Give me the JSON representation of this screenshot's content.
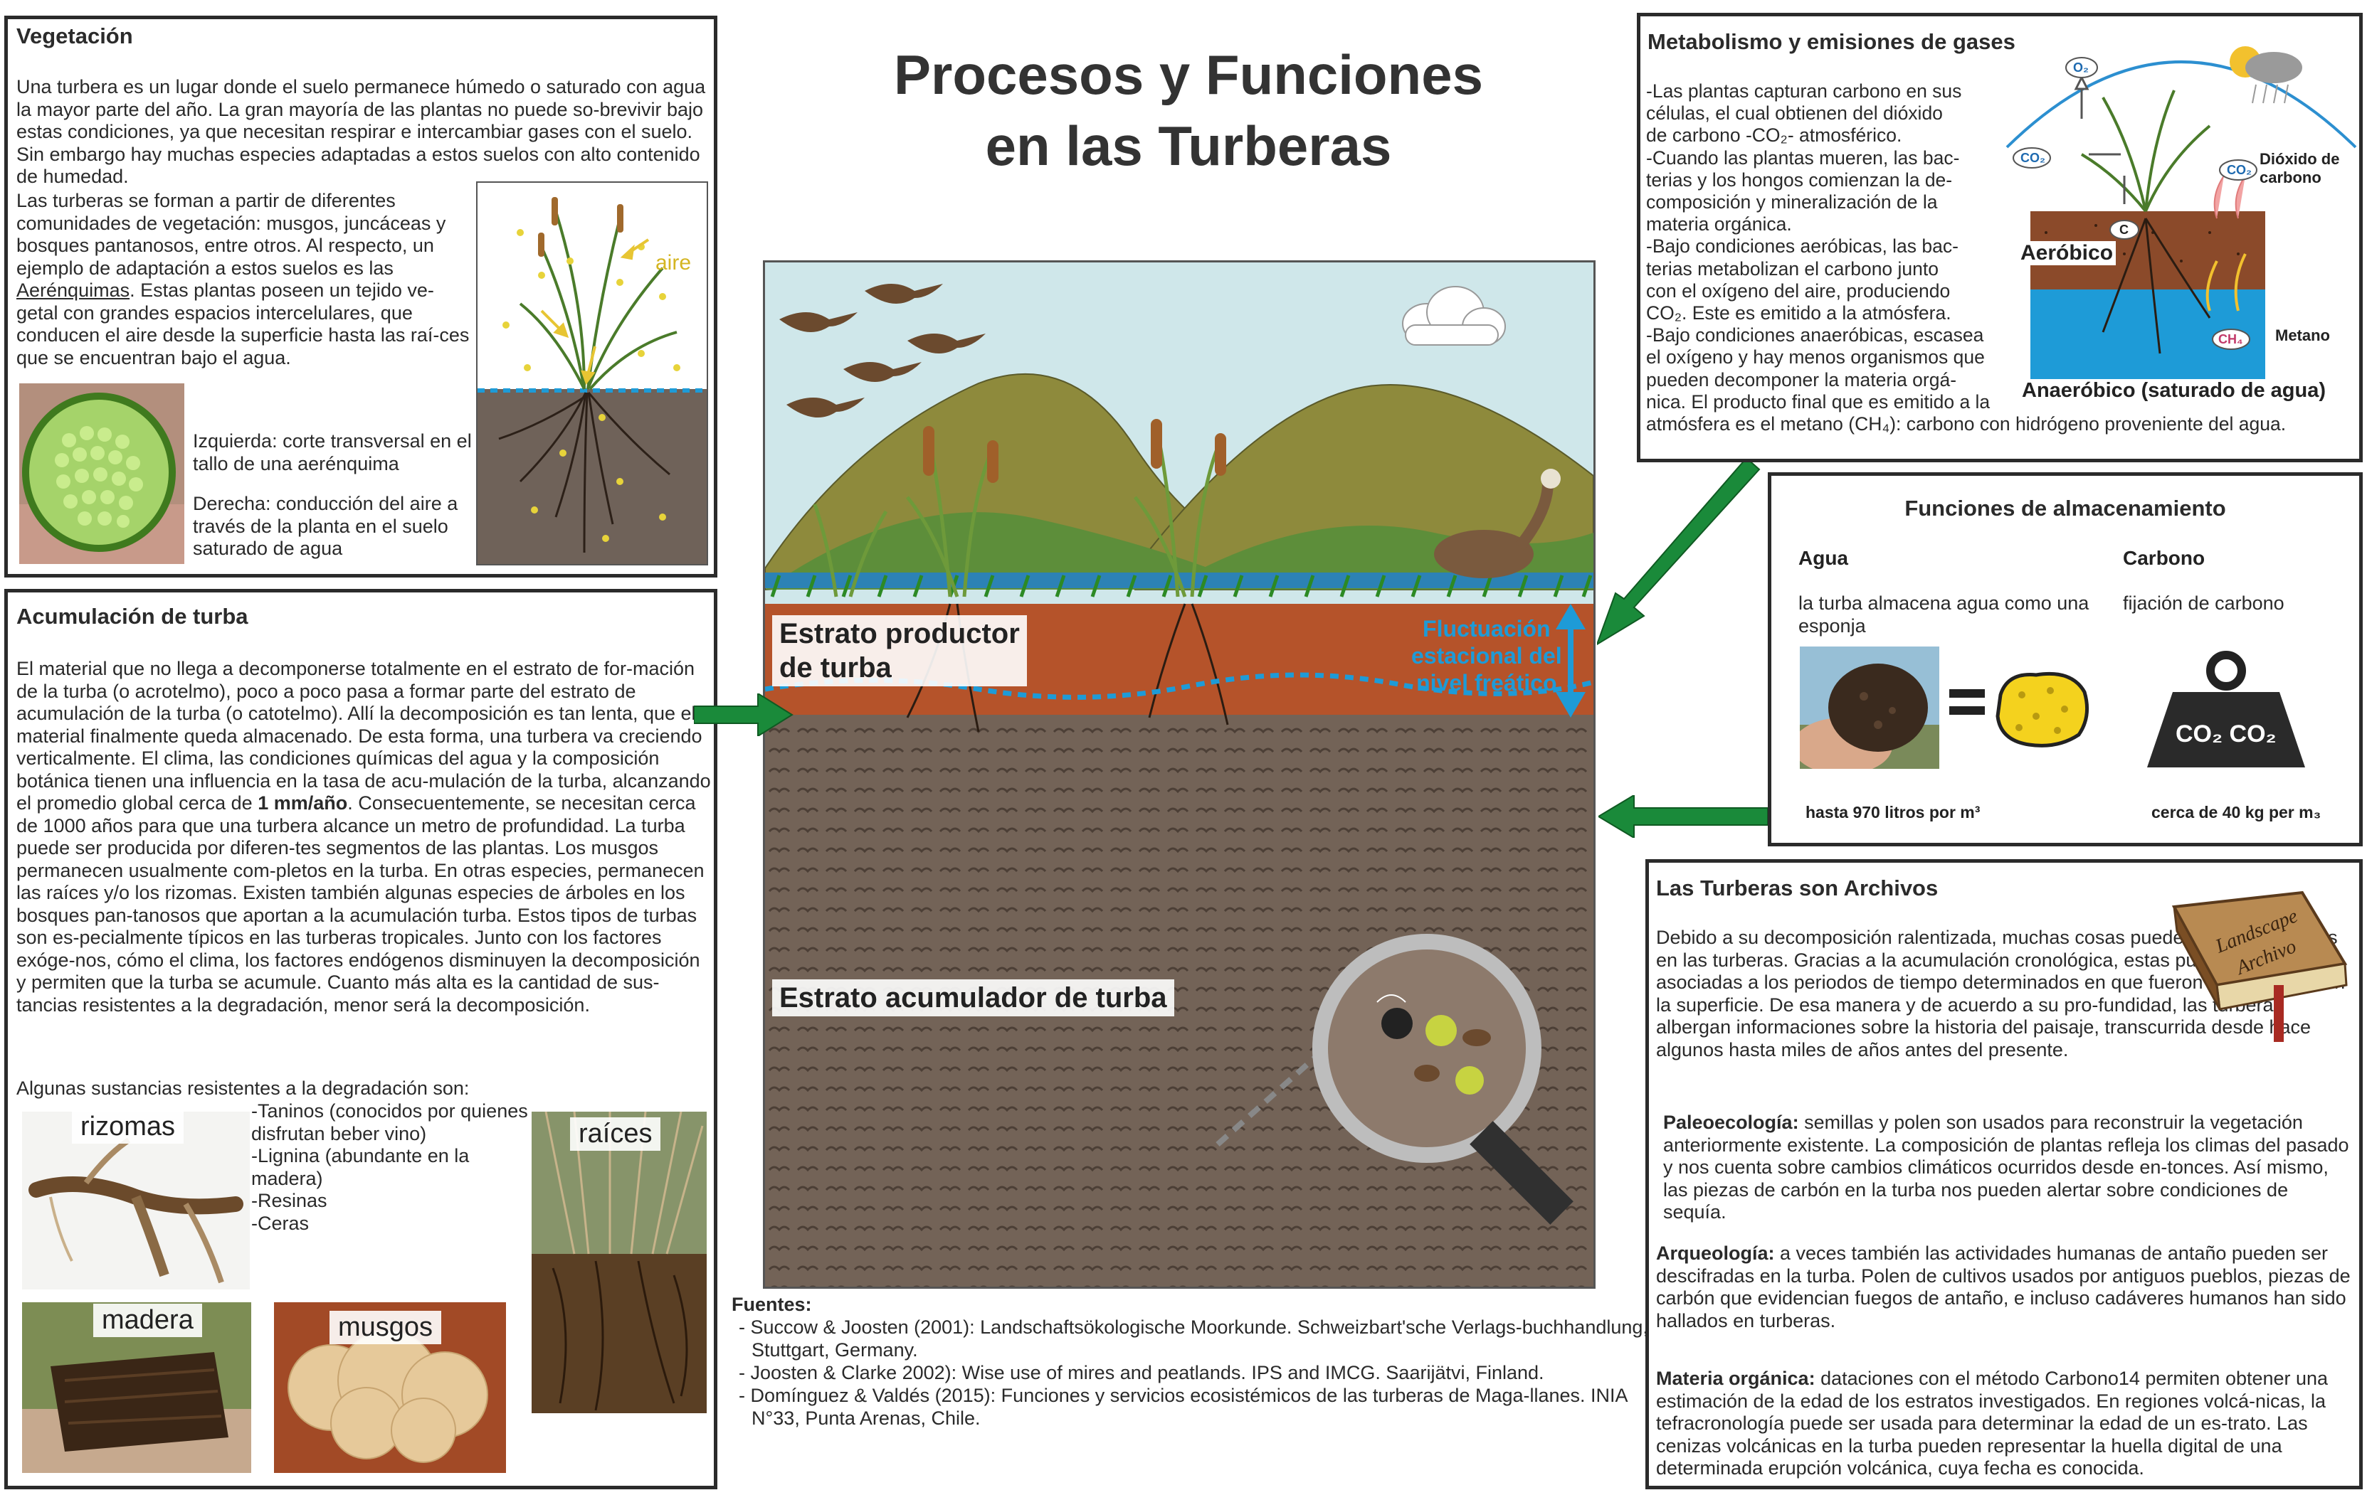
{
  "title": {
    "line1": "Procesos y Funciones",
    "line2": "en las Turberas"
  },
  "vegetacion": {
    "title": "Vegetación",
    "p1": "Una turbera es un lugar donde el suelo permanece húmedo o saturado con agua la mayor parte del año. La gran mayoría de las plantas no puede so-brevivir bajo estas condiciones, ya que necesitan respirar e intercambiar gases con el suelo. Sin embargo hay muchas especies adaptadas a estos suelos con alto contenido de humedad.",
    "p2a": "Las turberas se forman a partir de diferentes comunidades de vegetación: musgos, juncáceas y bosques pantanosos, entre otros. Al respecto, un ejemplo de adaptación a estos suelos es las ",
    "p2_link": "Aerénquimas",
    "p2b": ". Estas plantas poseen un tejido ve-getal con grandes espacios intercelulares, que conducen el aire desde la superficie hasta las raí-ces que se encuentran bajo el agua.",
    "caption_left": "Izquierda: corte transversal en el tallo de una aerénquima",
    "caption_right": "Derecha: conducción del aire a través de la planta en el suelo saturado de agua",
    "diagram_label": "aire"
  },
  "acumulacion": {
    "title": "Acumulación de turba",
    "p1a": "El material que no llega a decomponerse totalmente en el estrato de for-mación de la turba (o acrotelmo), poco a poco pasa a formar parte del estrato de acumulación de la turba (o catotelmo). Allí la decomposición es tan lenta, que el material finalmente queda almacenado. De esta forma, una turbera va creciendo verticalmente. El clima, las condiciones químicas del agua y la composición botánica tienen una influencia en la tasa de acu-mulación de la turba, alcanzando el promedio global cerca de ",
    "p1_bold": "1 mm/año",
    "p1b": ". Consecuentemente, se necesitan cerca de 1000 años para que una turbera alcance un metro de profundidad. La turba puede ser producida por diferen-tes segmentos de las plantas. Los musgos permanecen usualmente com-pletos en la turba. En otras especies, permanecen las raíces y/o los rizomas. Existen también algunas especies de árboles en los bosques pan-tanosos que aportan a la acumulación turba. Estos tipos de turbas son es-pecialmente típicos en las turberas tropicales. Junto con los factores exóge-nos, cómo el clima, los factores endógenos disminuyen la decomposición y permiten que la turba se acumule. Cuanto más alta es la cantidad de sus-tancias resistentes a la degradación, menor será la decomposición.",
    "p2": "Algunas sustancias resistentes a la degradación son:",
    "list": [
      "-Taninos (conocidos por quienes disfrutan beber vino)",
      "-Lignina (abundante en la madera)",
      "-Resinas",
      "-Ceras"
    ],
    "photo_labels": {
      "rizomas": "rizomas",
      "raices": "raíces",
      "madera": "madera",
      "musgos": "musgos"
    }
  },
  "center": {
    "upper_stratum": "Estrato productor de turba",
    "upper_stratum_l1": "Estrato productor",
    "upper_stratum_l2": "de turba",
    "water_table_l1": "Fluctuación",
    "water_table_l2": "estacional del",
    "water_table_l3": "nivel freático",
    "lower_stratum": "Estrato acumulador de turba"
  },
  "metabolismo": {
    "title": "Metabolismo y emisiones de gases",
    "text_lines": [
      "-Las plantas capturan carbono en sus",
      "células, el cual obtienen del dióxido",
      "de carbono -CO₂- atmosférico.",
      "-Cuando las plantas mueren, las bac-",
      "terias y los hongos comienzan la de-",
      "composición y mineralización de la",
      "materia orgánica.",
      "-Bajo condiciones aeróbicas, las bac-",
      "terias metabolizan el carbono junto",
      "con el oxígeno del aire, produciendo",
      "CO₂. Este es emitido a la atmósfera.",
      "-Bajo condiciones anaeróbicas, escasea",
      "el oxígeno y hay menos organismos que",
      "pueden decomponer la materia orgá-",
      "nica. El producto final que es emitido a la",
      "atmósfera es el metano (CH₄): carbono con hidrógeno proveniente del agua."
    ],
    "labels": {
      "o2": "O₂",
      "co2_left": "CO₂",
      "co2_right": "CO₂",
      "c": "C",
      "ch4": "CH₄",
      "dioxido": "Dióxido de carbono",
      "aerobico": "Aeróbico",
      "metano": "Metano",
      "anaerobico": "Anaeróbico (saturado de agua)"
    }
  },
  "almacenamiento": {
    "title": "Funciones de almacenamiento",
    "agua_title": "Agua",
    "agua_text": "la turba almacena agua como una esponja",
    "agua_value": "hasta 970 litros por m³",
    "carbono_title": "Carbono",
    "carbono_text": "fijación de carbono",
    "carbono_value": "cerca de 40 kg per m₃",
    "weight_label": "CO₂ CO₂"
  },
  "archivos": {
    "title": "Las Turberas son Archivos",
    "intro": "Debido a su decomposición ralentizada, muchas cosas pueden ser encontradas en las turberas. Gracias a la acumulación cronológica, estas pueden ser asociadas a los periodos de tiempo determinados en que fueron deposi-tadas en la superficie. De esa manera y de acuerdo a su pro-fundidad, las turberas albergan informaciones sobre la historia del paisaje, transcurrida desde hace algunos hasta miles de años antes del presente.",
    "book_l1": "Landscape",
    "book_l2": "Archivo",
    "paleo_title": "Paleoecología:",
    "paleo_text": " semillas y polen son usados para reconstruir la vegetación anteriormente existente.  La composición de plantas refleja los climas del pasado y nos cuenta sobre cambios climáticos ocurridos desde en-tonces. Así mismo, las piezas de carbón en la turba nos pueden alertar sobre condiciones de sequía.",
    "arqueo_title": "Arqueología:",
    "arqueo_text": " a veces también las actividades humanas de antaño pueden ser descifradas en la turba. Polen de cultivos usados por antiguos pueblos, piezas de carbón que evidencian fuegos de antaño, e incluso cadáveres humanos han sido hallados en turberas.",
    "materia_title": "Materia orgánica:",
    "materia_text": " dataciones con el método Carbono14 permiten obtener una  estimación de la edad de los estratos investigados. En regiones volcá-nicas, la tefracronología puede ser usada para determinar la edad de un es-trato. Las cenizas volcánicas en la turba pueden representar la huella digital de una determinada erupción volcánica, cuya fecha es conocida."
  },
  "fuentes": {
    "title": "Fuentes:",
    "items": [
      "- Succow & Joosten (2001): Landschaftsökologische Moorkunde. Schweizbart'sche Verlags-buchhandlung, Stuttgart, Germany.",
      "- Joosten & Clarke 2002): Wise use of mires and peatlands. IPS and IMCG. Saarijätvi, Finland.",
      "- Domínguez & Valdés (2015): Funciones y servicios ecosistémicos de las turberas de Maga-llanes. INIA N°33, Punta Arenas, Chile."
    ]
  },
  "colors": {
    "sky": "#cfe7ea",
    "hill": "#8e8a3c",
    "peat_upper": "#b5532a",
    "peat_lower": "#736357",
    "water_line": "#1e9bd7",
    "arrow_green": "#1a8a3a",
    "panel_border": "#2b2b2b"
  }
}
